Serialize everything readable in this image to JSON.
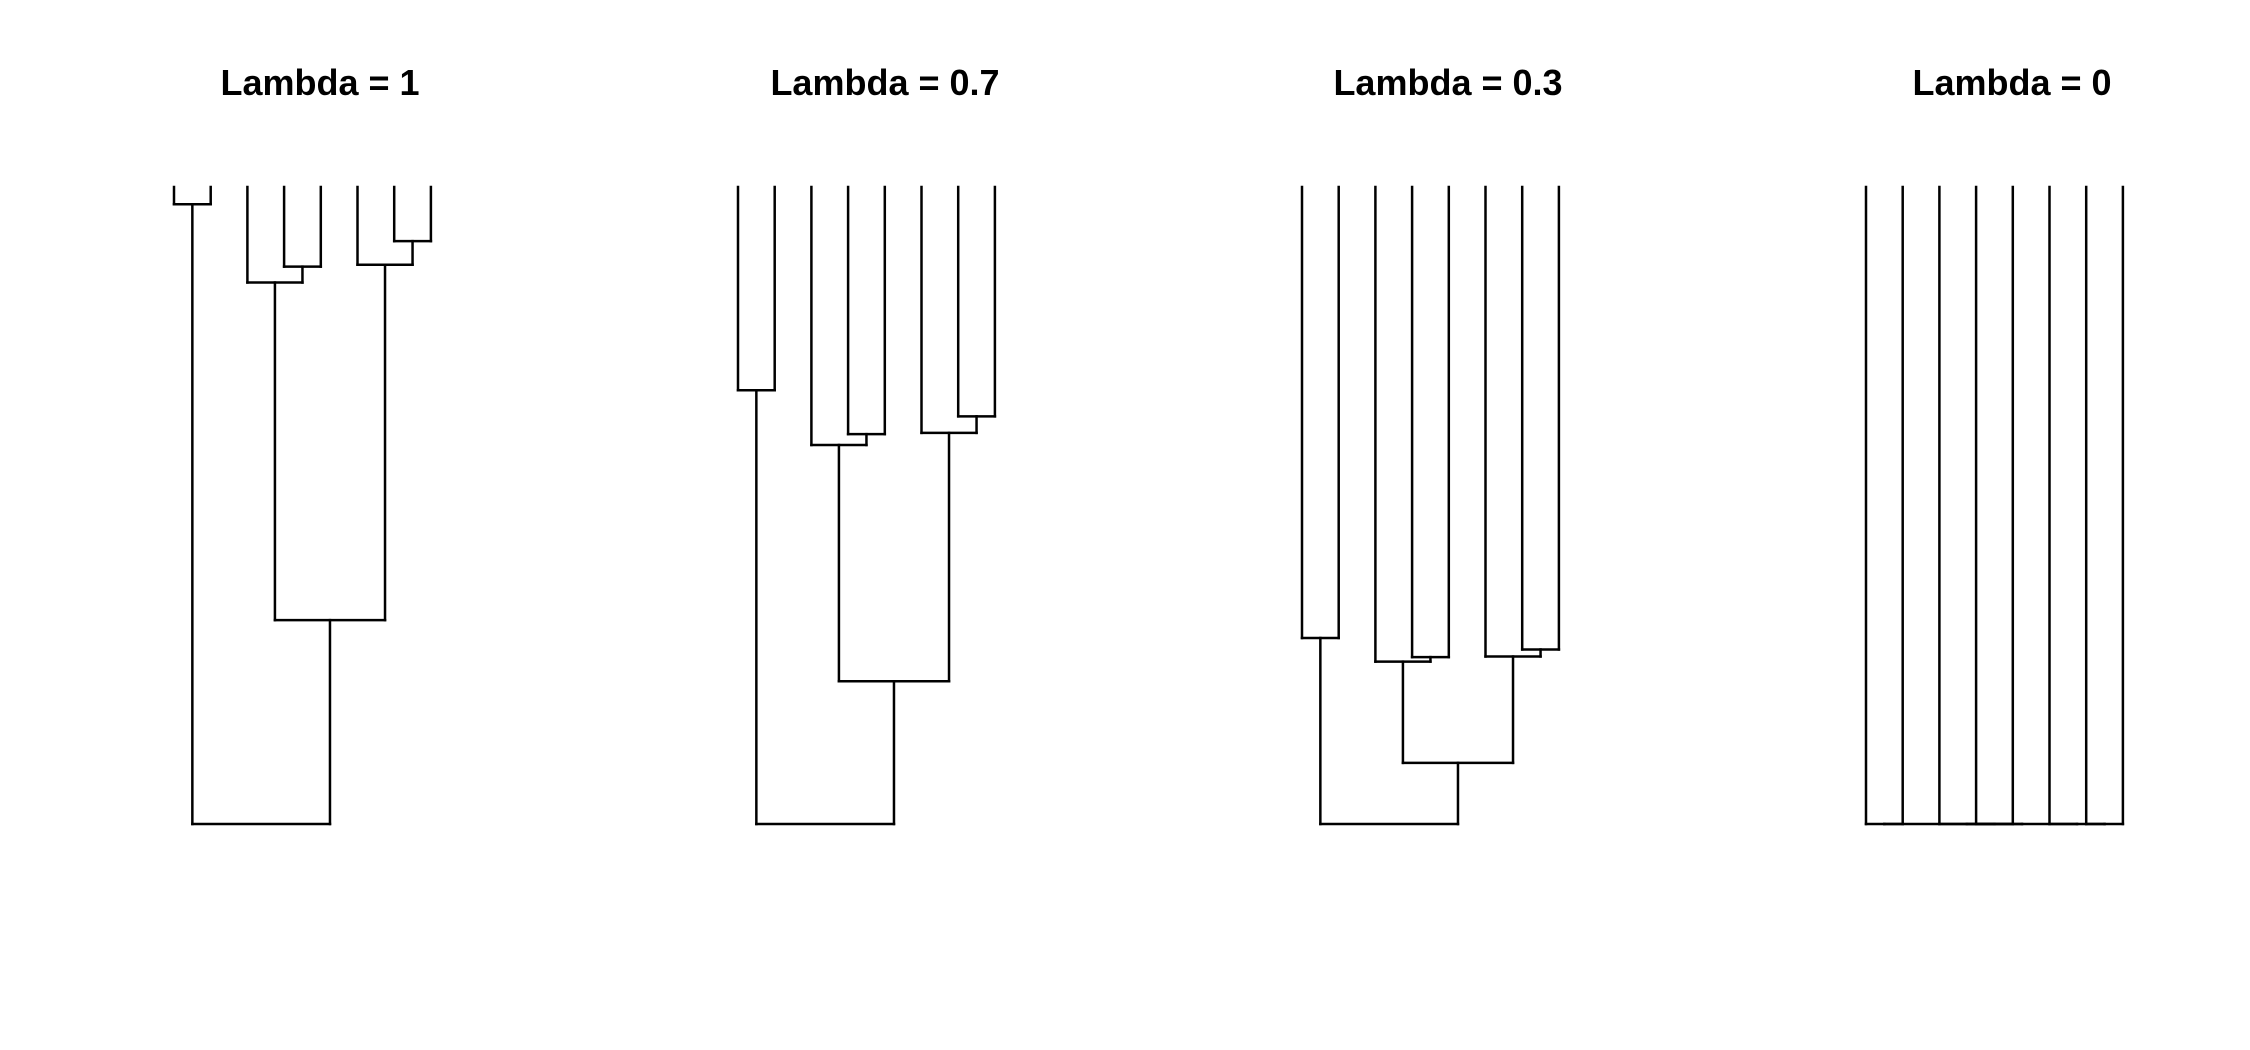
{
  "panels": [
    {
      "title": "Lambda = 1",
      "lambda": 1,
      "tip_heights": [
        1,
        1,
        1,
        1,
        1,
        1,
        1,
        1
      ],
      "nodes": [
        {
          "id": "n1",
          "children": [
            "t1",
            "t2"
          ],
          "height": 0.973
        },
        {
          "id": "n2",
          "children": [
            "t4",
            "t5"
          ],
          "height": 0.875
        },
        {
          "id": "n3",
          "children": [
            "t3",
            "n2"
          ],
          "height": 0.85
        },
        {
          "id": "n4",
          "children": [
            "t7",
            "t8"
          ],
          "height": 0.915
        },
        {
          "id": "n5",
          "children": [
            "t6",
            "n4"
          ],
          "height": 0.878
        },
        {
          "id": "n6",
          "children": [
            "n3",
            "n5"
          ],
          "height": 0.32
        },
        {
          "id": "n7",
          "children": [
            "n1",
            "n6"
          ],
          "height": 0
        }
      ]
    },
    {
      "title": "Lambda = 0.7",
      "lambda": 0.7,
      "tip_heights": [
        1,
        1,
        1,
        1,
        1,
        1,
        1,
        1
      ],
      "nodes": [
        {
          "id": "n1",
          "children": [
            "t1",
            "t2"
          ],
          "height": 0.681
        },
        {
          "id": "n2",
          "children": [
            "t4",
            "t5"
          ],
          "height": 0.612
        },
        {
          "id": "n3",
          "children": [
            "t3",
            "n2"
          ],
          "height": 0.595
        },
        {
          "id": "n4",
          "children": [
            "t7",
            "t8"
          ],
          "height": 0.64
        },
        {
          "id": "n5",
          "children": [
            "t6",
            "n4"
          ],
          "height": 0.614
        },
        {
          "id": "n6",
          "children": [
            "n3",
            "n5"
          ],
          "height": 0.224
        },
        {
          "id": "n7",
          "children": [
            "n1",
            "n6"
          ],
          "height": 0
        }
      ]
    },
    {
      "title": "Lambda = 0.3",
      "lambda": 0.3,
      "tip_heights": [
        1,
        1,
        1,
        1,
        1,
        1,
        1,
        1
      ],
      "nodes": [
        {
          "id": "n1",
          "children": [
            "t1",
            "t2"
          ],
          "height": 0.292
        },
        {
          "id": "n2",
          "children": [
            "t4",
            "t5"
          ],
          "height": 0.262
        },
        {
          "id": "n3",
          "children": [
            "t3",
            "n2"
          ],
          "height": 0.255
        },
        {
          "id": "n4",
          "children": [
            "t7",
            "t8"
          ],
          "height": 0.274
        },
        {
          "id": "n5",
          "children": [
            "t6",
            "n4"
          ],
          "height": 0.263
        },
        {
          "id": "n6",
          "children": [
            "n3",
            "n5"
          ],
          "height": 0.096
        },
        {
          "id": "n7",
          "children": [
            "n1",
            "n6"
          ],
          "height": 0
        }
      ]
    },
    {
      "title": "Lambda = 0",
      "lambda": 0,
      "tip_heights": [
        1,
        1,
        1,
        1,
        1,
        1,
        1,
        1
      ],
      "nodes": [
        {
          "id": "n1",
          "children": [
            "t1",
            "t2"
          ],
          "height": 0
        },
        {
          "id": "n2",
          "children": [
            "t4",
            "t5"
          ],
          "height": 0
        },
        {
          "id": "n3",
          "children": [
            "t3",
            "n2"
          ],
          "height": 0
        },
        {
          "id": "n4",
          "children": [
            "t7",
            "t8"
          ],
          "height": 0
        },
        {
          "id": "n5",
          "children": [
            "t6",
            "n4"
          ],
          "height": 0
        },
        {
          "id": "n6",
          "children": [
            "n3",
            "n5"
          ],
          "height": 0
        },
        {
          "id": "n7",
          "children": [
            "n1",
            "n6"
          ],
          "height": 0
        }
      ]
    }
  ]
}
